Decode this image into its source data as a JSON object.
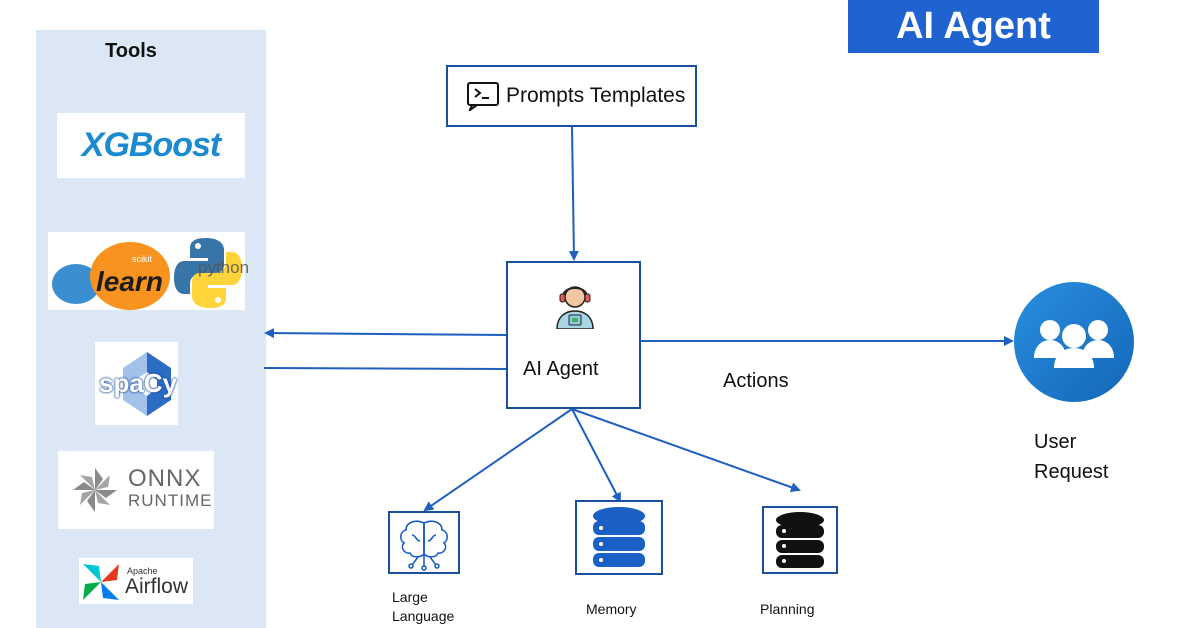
{
  "header": {
    "title": "AI Agent"
  },
  "tools": {
    "title": "Tools",
    "logos": {
      "xgboost": "XGBoost",
      "sklearn_small": "scikit",
      "sklearn_big": "learn",
      "python": "python",
      "spacy": "spaCy",
      "onnx_line1": "ONNX",
      "onnx_line2": "RUNTIME",
      "airflow_small": "Apache",
      "airflow_big": "Airflow"
    }
  },
  "nodes": {
    "prompts": "Prompts Templates",
    "agent": "AI Agent",
    "actions": "Actions",
    "user_line1": "User",
    "user_line2": "Request",
    "llm_line1": "Large",
    "llm_line2": "Language",
    "memory": "Memory",
    "planning": "Planning"
  },
  "colors": {
    "arrow": "#1f5fbf",
    "panel": "#dce7f6",
    "banner": "#1f63d0",
    "user_circle": "#1f7fd6",
    "memory_db": "#1a5fc4",
    "planning_db": "#111111"
  }
}
